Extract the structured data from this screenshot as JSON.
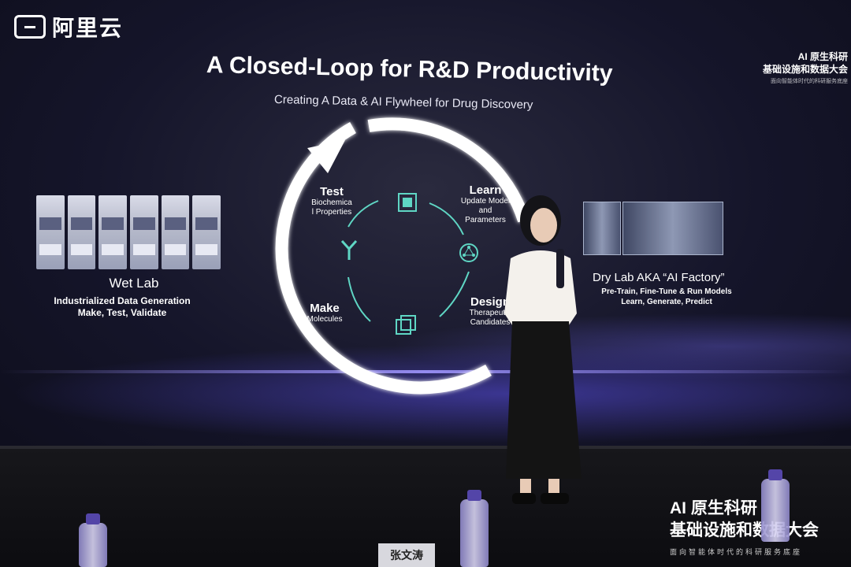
{
  "logo": {
    "text": "阿里云"
  },
  "slide": {
    "title": "A Closed-Loop for R&D Productivity",
    "subtitle": "Creating A Data & AI Flywheel for Drug Discovery",
    "corner_title_line1": "AI 原生科研",
    "corner_title_line2": "基础设施和数据大会",
    "corner_title_line3": "面向智能体时代的科研服务底座",
    "cycle": {
      "test": {
        "heading": "Test",
        "line1": "Biochemica",
        "line2": "l Properties"
      },
      "learn": {
        "heading": "Learn",
        "line1": "Update Model",
        "line2": "and",
        "line3": "Parameters"
      },
      "design": {
        "heading": "Design",
        "line1": "Therapeutic",
        "line2": "Candidates"
      },
      "make": {
        "heading": "Make",
        "line1": "Molecules"
      }
    },
    "wet_lab": {
      "title": "Wet Lab",
      "line1": "Industrialized Data Generation",
      "line2": "Make, Test, Validate"
    },
    "dry_lab": {
      "title": "Dry Lab AKA “AI Factory”",
      "line1": "Pre-Train, Fine-Tune & Run Models",
      "line2": "Learn, Generate, Predict"
    }
  },
  "stage": {
    "event_title_line1": "AI 原生科研",
    "event_title_line2": "基础设施和数据大会",
    "event_subtitle": "面向智能体时代的科研服务底座",
    "nameplate": "张文涛"
  },
  "colors": {
    "accent": "#6a5cff",
    "bottle_cap": "#5b4bb8"
  }
}
